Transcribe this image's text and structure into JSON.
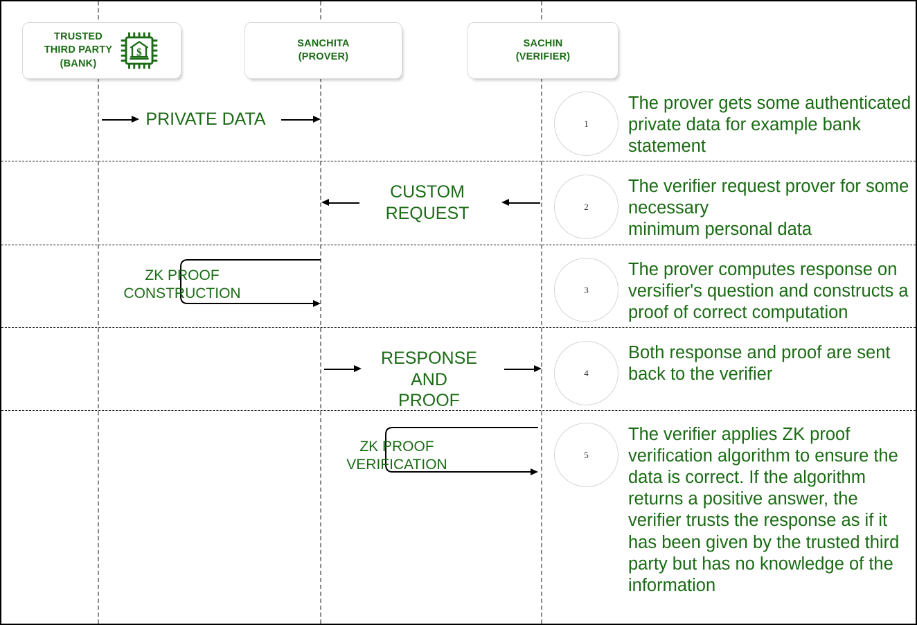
{
  "diagram": {
    "title": "Zero-Knowledge Proof Sequence Diagram",
    "accent_green": "#1a6b14",
    "lifeline_color": "#8a8a8a",
    "arrow_color": "#000000"
  },
  "actors": [
    {
      "id": "trusted-third-party",
      "label": "TRUSTED\nTHIRD PARTY\n(BANK)",
      "icon": "bank-chip-icon",
      "has_icon": true
    },
    {
      "id": "prover",
      "label": "SANCHITA\n(PROVER)",
      "icon": null,
      "has_icon": false
    },
    {
      "id": "verifier",
      "label": "SACHIN\n(VERIFIER)",
      "icon": null,
      "has_icon": false
    }
  ],
  "messages": [
    {
      "id": "private-data",
      "label": "PRIVATE DATA",
      "direction": "right",
      "kind": "message"
    },
    {
      "id": "custom-request",
      "label": "CUSTOM\nREQUEST",
      "direction": "left",
      "kind": "message"
    },
    {
      "id": "zk-proof-construction",
      "label": "ZK PROOF\nCONSTRUCTION",
      "direction": "self",
      "kind": "self-loop"
    },
    {
      "id": "response-and-proof",
      "label": "RESPONSE AND\nPROOF",
      "direction": "right",
      "kind": "message"
    },
    {
      "id": "zk-proof-verification",
      "label": "ZK PROOF\nVERIFICATION",
      "direction": "self",
      "kind": "self-loop"
    }
  ],
  "notes": [
    {
      "number": "1",
      "text": "The prover gets some authenticated private data for example bank statement"
    },
    {
      "number": "2",
      "text": "The verifier request prover for some necessary\nminimum personal data"
    },
    {
      "number": "3",
      "text": "The prover computes response on versifier's question and constructs a proof of correct computation"
    },
    {
      "number": "4",
      "text": "Both response and proof are sent back to the verifier"
    },
    {
      "number": "5",
      "text": "The verifier applies ZK proof verification algorithm to ensure the data is correct. If the algorithm returns a positive answer, the verifier trusts the response as if it has been given by the trusted third party but has no knowledge of the information"
    }
  ]
}
